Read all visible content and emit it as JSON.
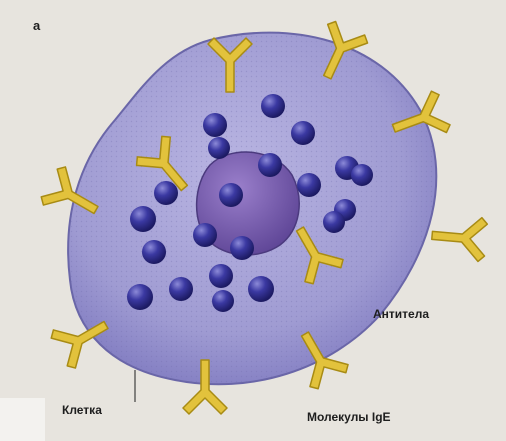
{
  "figure": {
    "panel_letter": "а",
    "labels": {
      "antibodies": "Антитела",
      "cell": "Клетка",
      "ige_molecules": "Молекулы IgE"
    }
  },
  "colors": {
    "background": "#e7e4de",
    "cell_fill": "#9f9bd2",
    "nucleus_fill": "#7b60b0",
    "granule_fill": "#2e2c8a",
    "antibody_fill": "#e2c23c",
    "antibody_stroke": "#a88b14"
  }
}
